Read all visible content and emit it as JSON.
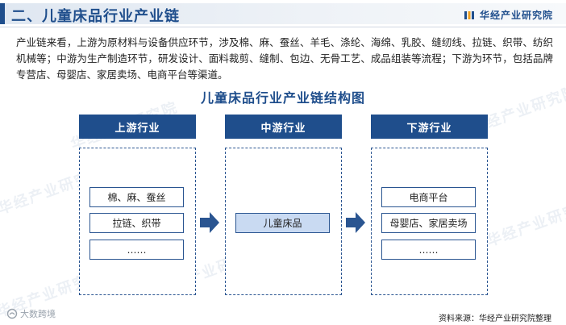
{
  "header": {
    "title": "二、儿童床品行业产业链",
    "brand": "华经产业研究院"
  },
  "intro": "产业链来看，上游为原材料与设备供应环节，涉及棉、麻、蚕丝、羊毛、涤纶、海绵、乳胶、缝纫线、拉链、织带、纺织机械等；中游为生产制造环节，研发设计、面料裁剪、缝制、包边、无骨工艺、成品组装等流程；下游为环节，包括品牌专营店、母婴店、家居卖场、电商平台等渠道。",
  "diagram": {
    "title": "儿童床品行业产业链结构图",
    "columns": [
      {
        "header": "上游行业",
        "items": [
          "棉、麻、蚕丝",
          "拉链、织带",
          "……"
        ]
      },
      {
        "header": "中游行业",
        "items": [
          "儿童床品"
        ]
      },
      {
        "header": "下游行业",
        "items": [
          "电商平台",
          "母婴店、家居卖场",
          "……"
        ]
      }
    ]
  },
  "watermark": "华经产业研究院",
  "footer": {
    "logo_text": "大数跨境",
    "source": "资料来源：华经产业研究院整理"
  },
  "colors": {
    "primary": "#1f4e8c",
    "mid_fill": "#c9daf2",
    "arrow": "#2a5591"
  }
}
